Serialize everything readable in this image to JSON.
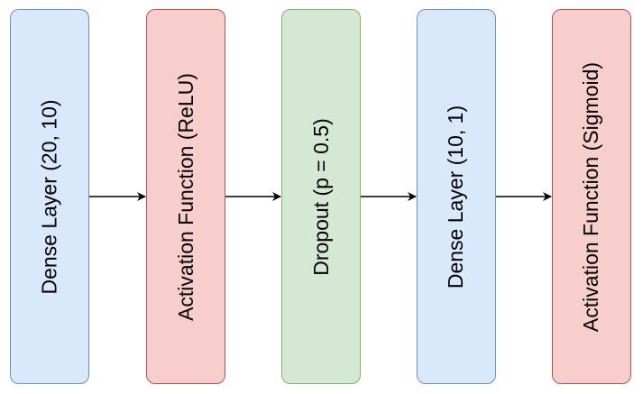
{
  "diagram": {
    "blocks": [
      {
        "label": "Dense Layer (20, 10)",
        "fill": "#dae8fc",
        "stroke": "#6c8ebf"
      },
      {
        "label": "Activation Function (ReLU)",
        "fill": "#f8cecc",
        "stroke": "#b85450"
      },
      {
        "label": "Dropout (p = 0.5)",
        "fill": "#d5e8d4",
        "stroke": "#82b366"
      },
      {
        "label": "Dense Layer (10, 1)",
        "fill": "#dae8fc",
        "stroke": "#6c8ebf"
      },
      {
        "label": "Activation Function (Sigmoid)",
        "fill": "#f8cecc",
        "stroke": "#b85450"
      }
    ],
    "arrow_color": "#000000"
  }
}
